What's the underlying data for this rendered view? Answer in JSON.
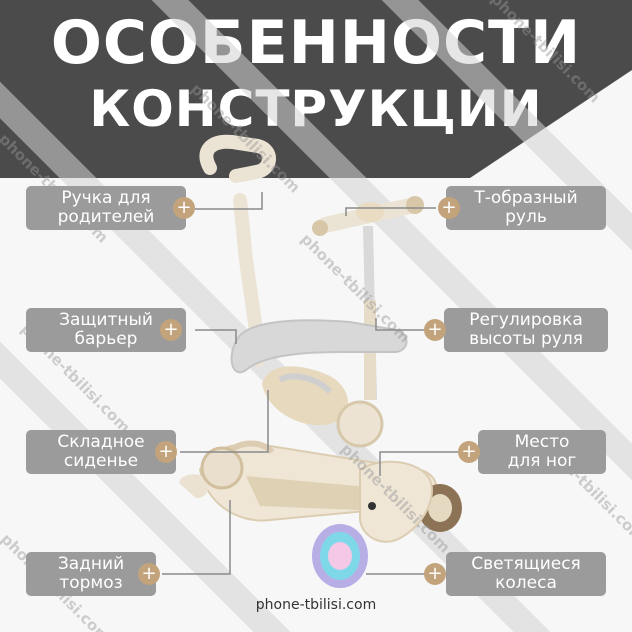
{
  "header": {
    "title_line1": "ОСОБЕННОСТИ",
    "title_line2": "КОНСТРУКЦИИ"
  },
  "callouts": {
    "parent_handle": "Ручка для\nродителей",
    "t_handlebar": "Т-образный\nруль",
    "safety_bar": "Защитный\nбарьер",
    "height_adjust": "Регулировка\nвысоты руля",
    "folding_seat": "Складное\nсиденье",
    "foot_rest": "Место\nдля ног",
    "rear_brake": "Задний\nтормоз",
    "light_wheels": "Светящиеся\nколеса",
    "plus_symbol": "+"
  },
  "footer": {
    "site": "phone-tbilisi.com"
  },
  "watermark": {
    "text": "phone-tbilisi.com"
  },
  "colors": {
    "banner": "#4a4a4a",
    "callout_bg": "#9b9b9b",
    "plus_bg": "#c2a37b",
    "scooter_body": "#efe6d6",
    "scooter_frame": "#d9c9ad",
    "accent_grey": "#bfbfbf"
  }
}
